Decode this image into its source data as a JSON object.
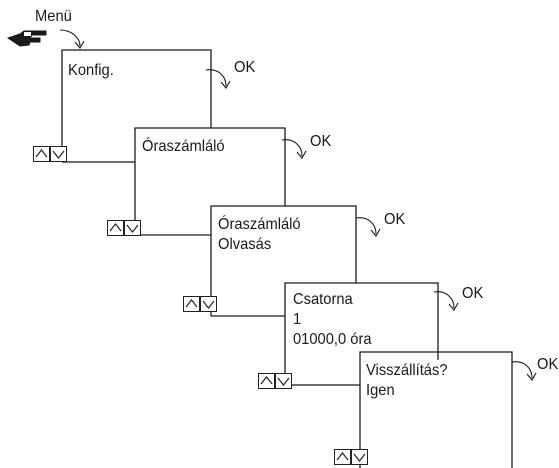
{
  "menu": {
    "label": "Menü",
    "icon": "pointing-hand-icon"
  },
  "screens": [
    {
      "lines": [
        "Konfig."
      ]
    },
    {
      "lines": [
        "Óraszámláló"
      ]
    },
    {
      "lines": [
        "Óraszámláló",
        "Olvasás"
      ]
    },
    {
      "lines": [
        "Csatorna",
        "1",
        "01000,0 óra"
      ]
    },
    {
      "lines": [
        "Visszállítás?",
        "Igen"
      ]
    }
  ],
  "ok_label": "OK",
  "nav_icons": [
    "arrow-up-icon",
    "arrow-down-icon"
  ],
  "colors": {
    "line": "#1a1a1a",
    "background": "#ffffff"
  }
}
